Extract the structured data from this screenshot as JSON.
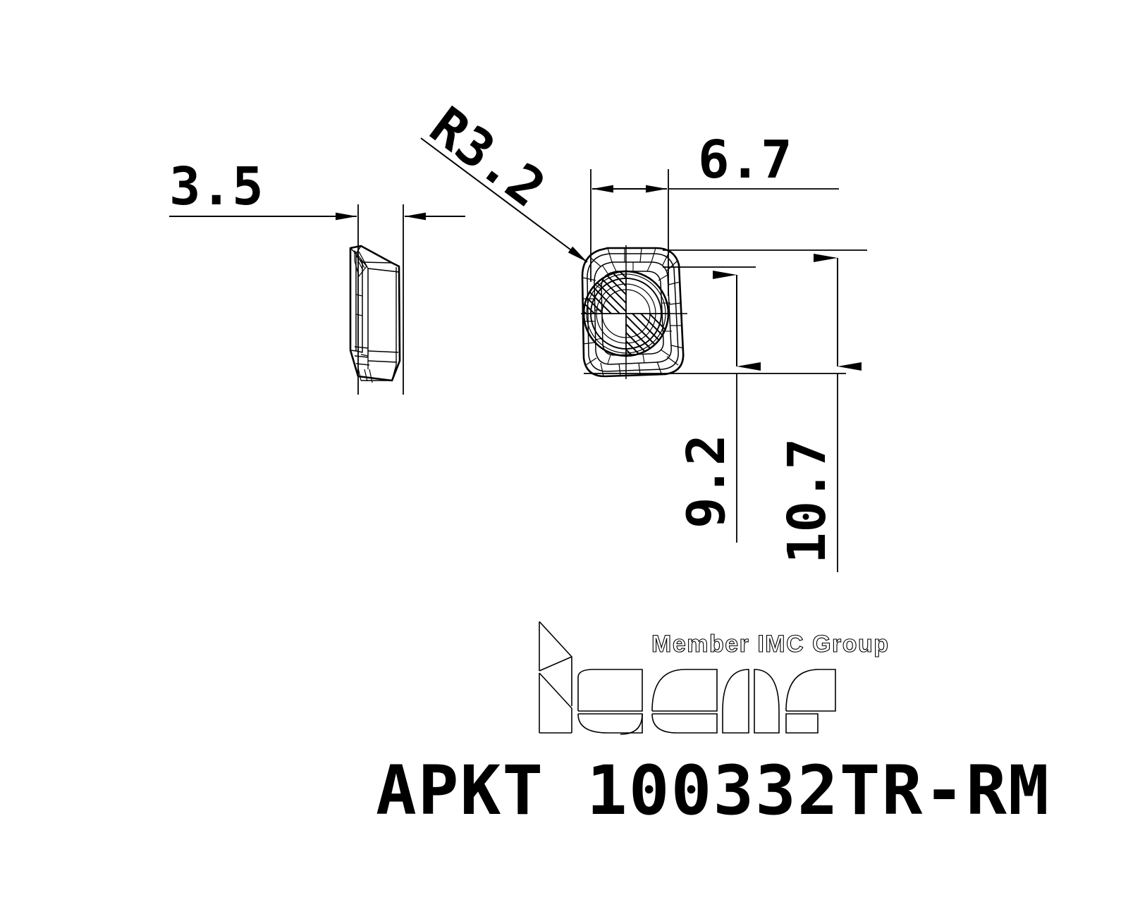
{
  "drawing": {
    "background_color": "#ffffff",
    "line_color": "#000000",
    "title": "APKT  100332TR-RM",
    "product_family": "APKT",
    "product_code": "100332TR-RM"
  },
  "brand": {
    "logo_name": "iscar",
    "tagline": "Member IMC Group"
  },
  "dimensions": {
    "thickness": {
      "label": "3.5",
      "view": "side-view",
      "orientation": "horizontal",
      "units": "mm"
    },
    "corner_radius": {
      "label": "R3.2",
      "view": "top-view",
      "orientation": "diagonal",
      "units": "mm"
    },
    "width_top": {
      "label": "6.7",
      "view": "top-view",
      "orientation": "horizontal",
      "units": "mm"
    },
    "height_inner": {
      "label": "9.2",
      "view": "top-view",
      "orientation": "vertical",
      "units": "mm"
    },
    "height_outer": {
      "label": "10.7",
      "view": "top-view",
      "orientation": "vertical",
      "units": "mm"
    }
  },
  "views": {
    "side": {
      "name": "side-profile-view"
    },
    "top": {
      "name": "top-face-view"
    }
  }
}
